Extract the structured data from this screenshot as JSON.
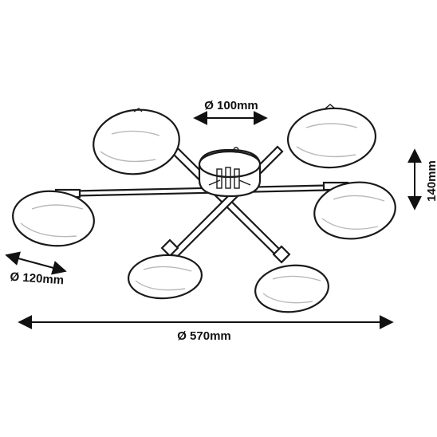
{
  "dimensions": {
    "diffuser_top": "Ø 100mm",
    "diffuser_side": "Ø 120mm",
    "overall_width": "Ø 570mm",
    "height": "140mm"
  },
  "colors": {
    "line": "#1a1a1a",
    "shade": "#b8b8b8",
    "background": "#ffffff"
  }
}
